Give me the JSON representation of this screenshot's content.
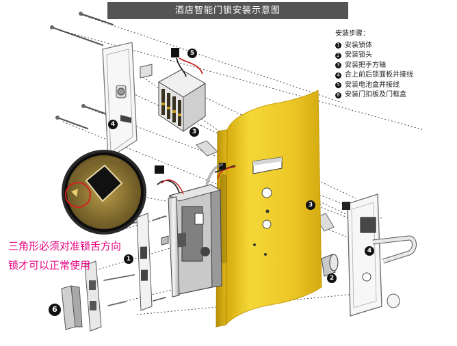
{
  "title": "酒店智能门锁安装示意图",
  "steps": {
    "heading": "安装步骤：",
    "items": [
      {
        "num": "1",
        "text": "安装锁体"
      },
      {
        "num": "2",
        "text": "安装锁头"
      },
      {
        "num": "3",
        "text": "安装把手方轴"
      },
      {
        "num": "4",
        "text": "合上前后锁面板并接线"
      },
      {
        "num": "5",
        "text": "安装电池盒并接线"
      },
      {
        "num": "6",
        "text": "安装门扣板及门框盒"
      }
    ]
  },
  "note": {
    "line1": "三角形必须对准锁舌方向",
    "line2": "锁才可以正常使用"
  },
  "callouts": {
    "c1": "1",
    "c2": "2",
    "c3a": "3",
    "c3b": "3",
    "c4a": "4",
    "c4b": "4",
    "c5": "5",
    "c6": "6"
  },
  "colors": {
    "door": "#e9c21e",
    "door_edge": "#c9a40f",
    "note_text": "#e6007e",
    "title_bar": "#545454"
  }
}
